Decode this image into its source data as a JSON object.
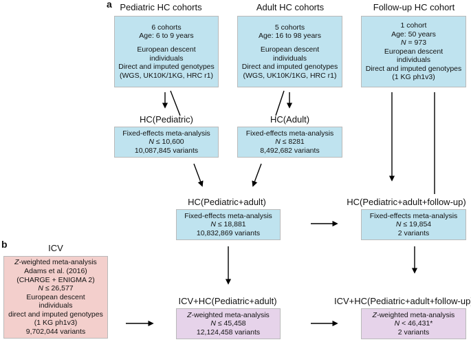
{
  "panel_a": "a",
  "panel_b": "b",
  "pediatric": {
    "title": "Pediatric HC cohorts",
    "lines": [
      "6 cohorts",
      "Age: 6 to 9 years",
      "European descent",
      "individuals",
      "Direct and imputed genotypes",
      "(WGS, UK10K/1KG, HRC r1)"
    ]
  },
  "adult": {
    "title": "Adult HC cohorts",
    "lines": [
      "5 cohorts",
      "Age: 16 to 98 years",
      "European descent",
      "individuals",
      "Direct and imputed genotypes",
      "(WGS, UK10K/1KG, HRC r1)"
    ]
  },
  "followup": {
    "title": "Follow-up HC cohort",
    "lines": [
      "1 cohort",
      "Age: 50 years",
      "N = 973",
      "European descent",
      "individuals",
      "Direct and imputed genotypes",
      "(1 KG ph1v3)"
    ]
  },
  "hc_pediatric": {
    "title": "HC(Pediatric)",
    "lines": [
      "Fixed-effects meta-analysis",
      "N ≤ 10,600",
      "10,087,845 variants"
    ]
  },
  "hc_adult": {
    "title": "HC(Adult)",
    "lines": [
      "Fixed-effects meta-analysis",
      "N ≤ 8281",
      "8,492,682 variants"
    ]
  },
  "hc_ped_adult": {
    "title": "HC(Pediatric+adult)",
    "lines": [
      "Fixed-effects meta-analysis",
      "N ≤ 18,881",
      "10,832,869 variants"
    ]
  },
  "hc_ped_adult_fu": {
    "title": "HC(Pediatric+adult+follow-up)",
    "lines": [
      "Fixed-effects meta-analysis",
      "N ≤ 19,854",
      "2 variants"
    ]
  },
  "icv": {
    "title": "ICV",
    "lines": [
      "Z-weighted meta-analysis",
      "Adams et al. (2016)",
      "(CHARGE + ENIGMA 2)",
      "N ≤ 26,577",
      "European descent",
      "individuals",
      "direct and imputed genotypes",
      "(1 KG ph1v3)",
      "9,702,044 variants"
    ]
  },
  "icv_hc": {
    "title": "ICV+HC(Pediatric+adult)",
    "lines": [
      "Z-weighted meta-analysis",
      "N ≤ 45,458",
      "12,124,458 variants"
    ]
  },
  "icv_hc_fu": {
    "title": "ICV+HC(Pediatric+adult+follow-up)",
    "lines": [
      "Z-weighted meta-analysis",
      "N < 46,431*",
      "2 variants"
    ]
  }
}
